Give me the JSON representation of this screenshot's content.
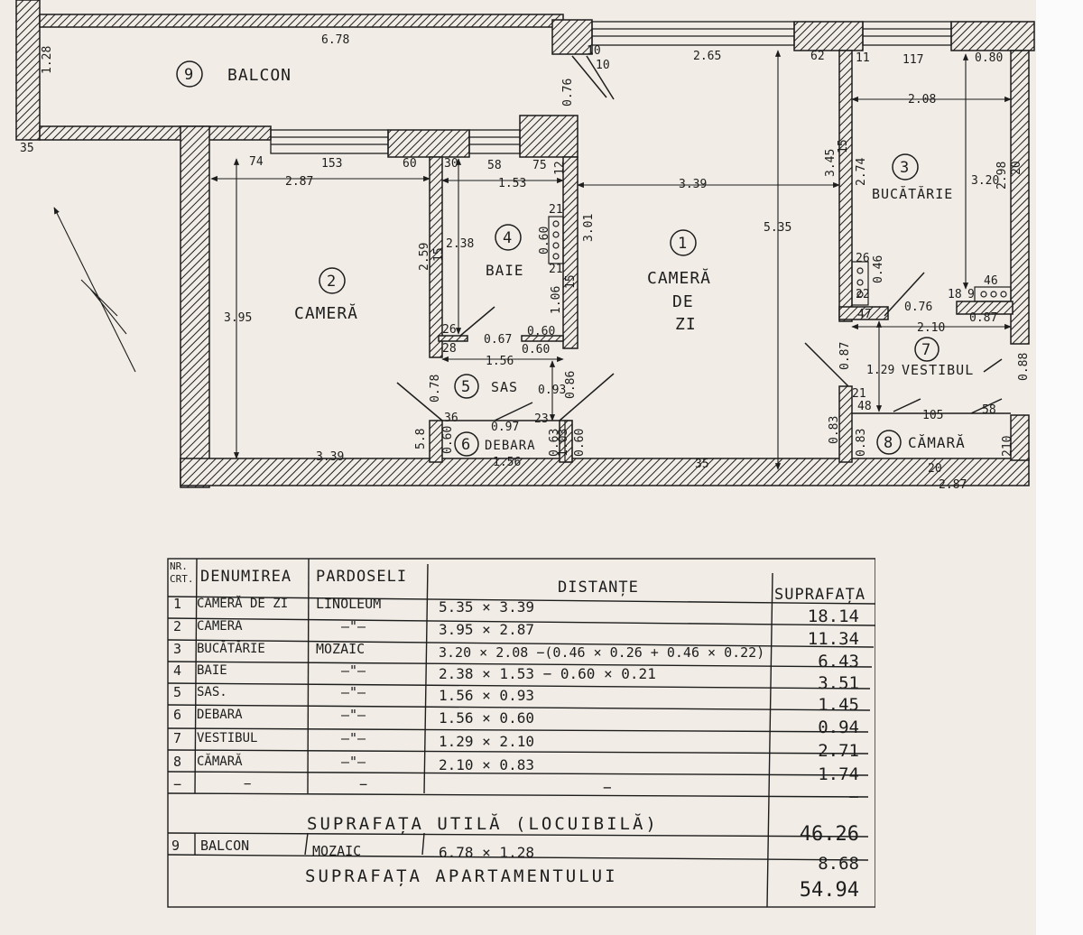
{
  "plan": {
    "rooms": [
      {
        "num": "1",
        "name_lines": [
          "CAMERĂ",
          "DE",
          "ZI"
        ]
      },
      {
        "num": "2",
        "name": "CAMERĂ"
      },
      {
        "num": "3",
        "name": "BUCĂTĂRIE"
      },
      {
        "num": "4",
        "name": "BAIE"
      },
      {
        "num": "5",
        "name": "SAS"
      },
      {
        "num": "6",
        "name": "DEBARA"
      },
      {
        "num": "7",
        "name": "VESTIBUL"
      },
      {
        "num": "8",
        "name": "CĂMARĂ"
      },
      {
        "num": "9",
        "name": "BALCON"
      }
    ],
    "dims": [
      "6.78",
      "1.28",
      "35",
      "2.65",
      "62",
      "11",
      "117",
      "0.80",
      "10",
      "10",
      "0.76",
      "74",
      "153",
      "60",
      "30",
      "58",
      "75",
      "12",
      "2.87",
      "1.53",
      "3.39",
      "3.45",
      "15",
      "2.74",
      "2.08",
      "3.20",
      "2.98",
      "20",
      "5.35",
      "2.59",
      "15",
      "2.38",
      "0.60",
      "21",
      "21",
      "3.01",
      "15",
      "1.06",
      "26",
      "0.46",
      "46",
      "22",
      "0.76",
      "9",
      "18",
      "0.87",
      "47",
      "2.10",
      "3.95",
      "0.67",
      "0.60",
      "26",
      "28",
      "0.60",
      "1.56",
      "0.78",
      "0.93",
      "0.86",
      "0.87",
      "1.29",
      "0.88",
      "36",
      "0.97",
      "23",
      "21",
      "48",
      "105",
      "58",
      "5.8",
      "0.60",
      "1.56",
      "0.63",
      "0.60",
      "1.03",
      "0.83",
      "0.83",
      "210",
      "20",
      "2.87",
      "3.39",
      "35"
    ]
  },
  "table": {
    "headers": {
      "nr": "NR.",
      "crt": "CRT.",
      "name": "DENUMIREA",
      "floor": "PARDOSELI",
      "dist": "DISTANȚE",
      "area": "SUPRAFAȚA"
    },
    "rows": [
      {
        "nr": "1",
        "name": "CAMERĂ DE ZI",
        "floor": "LINOLEUM",
        "dist": "5.35 × 3.39",
        "area": "18.14"
      },
      {
        "nr": "2",
        "name": "CAMERA",
        "floor": "—\"—",
        "dist": "3.95 × 2.87",
        "area": "11.34"
      },
      {
        "nr": "3",
        "name": "BUCĂTĂRIE",
        "floor": "MOZAIC",
        "dist": "3.20 × 2.08 −(0.46 × 0.26 + 0.46 × 0.22)",
        "area": "6.43"
      },
      {
        "nr": "4",
        "name": "BAIE",
        "floor": "—\"—",
        "dist": "2.38 × 1.53 − 0.60 × 0.21",
        "area": "3.51"
      },
      {
        "nr": "5",
        "name": "SAS.",
        "floor": "—\"—",
        "dist": "1.56 × 0.93",
        "area": "1.45"
      },
      {
        "nr": "6",
        "name": "DEBARA",
        "floor": "—\"—",
        "dist": "1.56 × 0.60",
        "area": "0.94"
      },
      {
        "nr": "7",
        "name": "VESTIBUL",
        "floor": "—\"—",
        "dist": "1.29 × 2.10",
        "area": "2.71"
      },
      {
        "nr": "8",
        "name": "CĂMARĂ",
        "floor": "—\"—",
        "dist": "2.10 × 0.83",
        "area": "1.74"
      },
      {
        "nr": "−",
        "name": "−",
        "floor": "−",
        "dist": "−",
        "area": "−"
      }
    ],
    "util_label": "SUPRAFAȚA  UTILĂ  (LOCUIBILĂ)",
    "util_area": "46.26",
    "balcon": {
      "nr": "9",
      "name": "BALCON",
      "floor": "MOZAIC",
      "dist": "6.78 × 1.28",
      "area": "8.68"
    },
    "apt_label": "SUPRAFAȚA  APARTAMENTULUI",
    "apt_area": "54.94"
  }
}
